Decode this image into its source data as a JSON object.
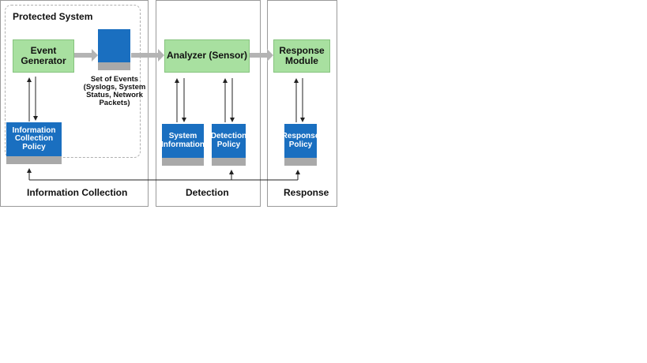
{
  "protected_system": {
    "title": "Protected System"
  },
  "event_generator": {
    "label": "Event\nGenerator"
  },
  "set_of_events": {
    "caption": "Set of Events\n(Syslogs, System\nStatus, Network\nPackets)"
  },
  "analyzer": {
    "label": "Analyzer (Sensor)"
  },
  "response_module": {
    "label": "Response\nModule"
  },
  "info_collection_policy": {
    "label": "Information\nCollection\nPolicy"
  },
  "system_information": {
    "label": "System\nInformation"
  },
  "detection_policy": {
    "label": "Detection\nPolicy"
  },
  "response_policy": {
    "label": "Response\nPolicy"
  },
  "sections": {
    "information_collection": "Information Collection",
    "detection": "Detection",
    "response": "Response"
  },
  "colors": {
    "component_fill": "#a8e0a0",
    "policy_fill": "#1a6fc0",
    "policy_base": "#a9a9a9",
    "flow_arrow": "#b4b4b4"
  }
}
